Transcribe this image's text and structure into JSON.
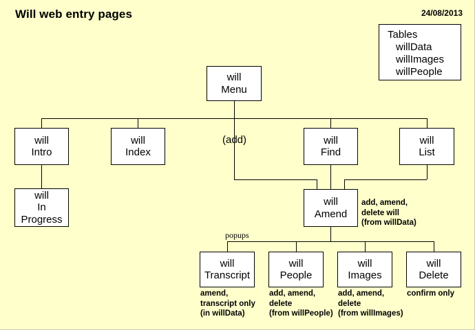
{
  "document": {
    "title": "Will web entry pages",
    "date": "24/08/2013",
    "background_color": "#ffffcc",
    "node_fill_color": "#ffffff",
    "line_color": "#000000"
  },
  "tables_legend": {
    "heading": "Tables",
    "items": [
      "willData",
      "willImages",
      "willPeople"
    ]
  },
  "nodes": {
    "menu": {
      "line1": "will",
      "line2": "Menu"
    },
    "intro": {
      "line1": "will",
      "line2": "Intro"
    },
    "index": {
      "line1": "will",
      "line2": "Index"
    },
    "add": {
      "label": "(add)"
    },
    "find": {
      "line1": "will",
      "line2": "Find"
    },
    "list": {
      "line1": "will",
      "line2": "List"
    },
    "in_progress": {
      "line1": "will",
      "line2": "In",
      "line3": "Progress"
    },
    "amend": {
      "line1": "will",
      "line2": "Amend"
    },
    "transcript": {
      "line1": "will",
      "line2": "Transcript"
    },
    "people": {
      "line1": "will",
      "line2": "People"
    },
    "images": {
      "line1": "will",
      "line2": "Images"
    },
    "delete": {
      "line1": "will",
      "line2": "Delete"
    }
  },
  "connector_labels": {
    "popups": "popups"
  },
  "annotations": {
    "amend": {
      "line1": "add, amend,",
      "line2": "delete will",
      "line3": "(from willData)"
    },
    "transcript": {
      "line1": "amend,",
      "line2": "transcript only",
      "line3": "(in willData)"
    },
    "people": {
      "line1": "add, amend,",
      "line2": "delete",
      "line3": "(from willPeople)"
    },
    "images": {
      "line1": "add, amend,",
      "line2": "delete",
      "line3": "(from willImages)"
    },
    "delete": {
      "line1": "confirm only"
    }
  }
}
